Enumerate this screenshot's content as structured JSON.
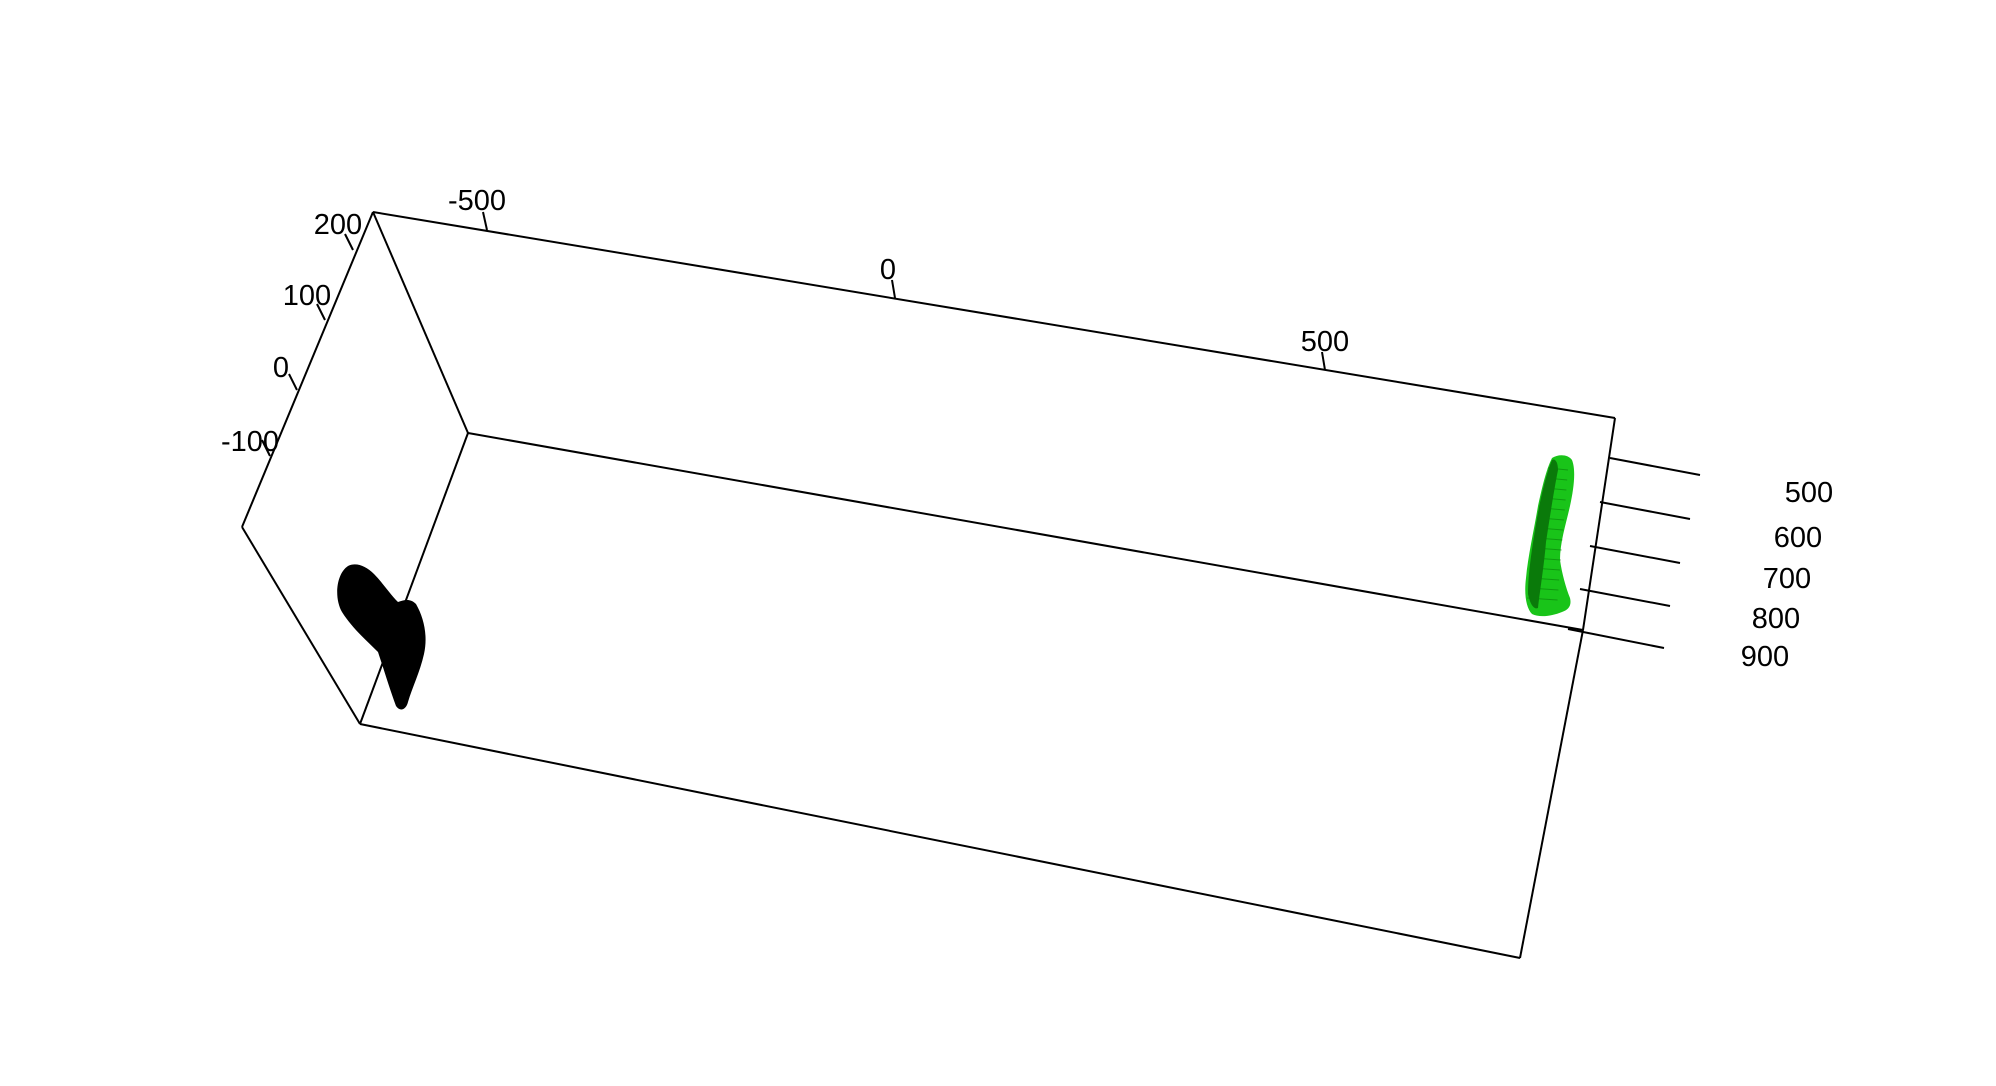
{
  "chart_data": {
    "type": "scatter",
    "projection": "3d-perspective",
    "colors": {
      "background": "#ffffff",
      "axes": "#000000",
      "object_black": "#000000",
      "object_green": "#19c419",
      "object_green_dark": "#0a7a0a"
    },
    "axes": {
      "x": {
        "ticks": [
          -500,
          0,
          500
        ],
        "tick_labels": [
          "-500",
          "0",
          "500"
        ]
      },
      "y": {
        "ticks": [
          -100,
          0,
          100,
          200
        ],
        "tick_labels": [
          "-100",
          "0",
          "100",
          "200"
        ]
      },
      "z": {
        "ticks": [
          500,
          600,
          700,
          800,
          900
        ],
        "tick_labels": [
          "500",
          "600",
          "700",
          "800",
          "900"
        ]
      }
    },
    "objects": [
      {
        "name": "",
        "color": "#000000"
      },
      {
        "name": "",
        "color": "#19c419"
      }
    ]
  }
}
